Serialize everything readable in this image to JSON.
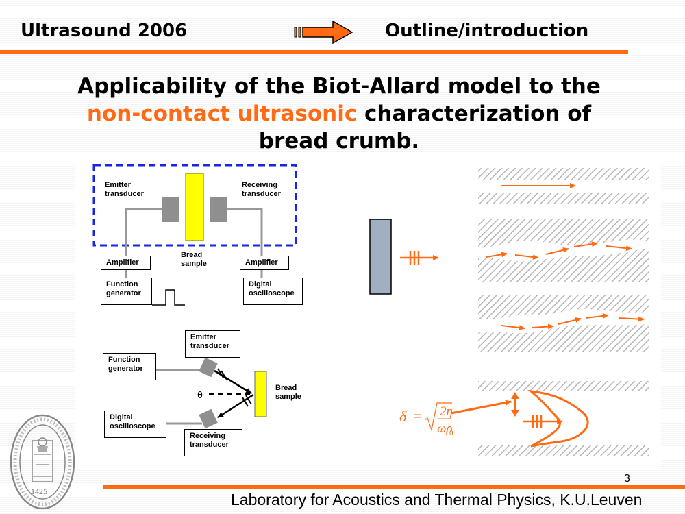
{
  "header": {
    "left_title": "Ultrasound 2006",
    "right_title": "Outline/introduction",
    "accent_color": "#ff6a13"
  },
  "title": {
    "line1": "Applicability of the Biot-Allard model to the",
    "line2_highlight": "non-contact ultrasonic",
    "line2_rest": " characterization of",
    "line3": "bread crumb."
  },
  "setup1": {
    "emitter": "Emitter transducer",
    "receiver": "Receiving transducer",
    "bread": "Bread sample",
    "amp_left": "Amplifier",
    "amp_right": "Amplifier",
    "func_gen": "Function generator",
    "scope": "Digital oscilloscope"
  },
  "setup2": {
    "emitter": "Emitter transducer",
    "receiver": "Receiving transducer",
    "func_gen": "Function generator",
    "scope": "Digital oscilloscope",
    "bread": "Bread sample",
    "angle_symbol": "θ"
  },
  "formula": {
    "lhs": "δ",
    "eq": "=",
    "numerator": "2η",
    "denominator": "ωρ",
    "subscript": "0"
  },
  "logo": {
    "year": "1425",
    "motto": "SEDES SAPIENTIAE + UNIVERSITAS CATHOLICA LOVANIENSIS"
  },
  "footer": {
    "page_number": "3",
    "text": "Laboratory for Acoustics and Thermal Physics, K.U.Leuven"
  }
}
